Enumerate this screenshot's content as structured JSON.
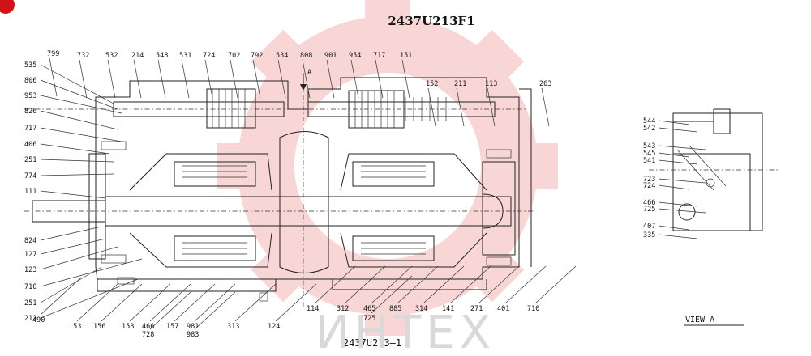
{
  "title": "2437U213F1",
  "caption": "2437U213—1",
  "view_label": "VIEW  A",
  "section_mark": "A",
  "watermark": "ИНТЕХ",
  "colors": {
    "gear_watermark": "#f5b5b5",
    "badge": "#d0121b",
    "line": "#222222"
  },
  "labels_left": [
    "535",
    "806",
    "953",
    "826",
    "717",
    "406",
    "251",
    "774",
    "111",
    "824",
    "127",
    "123",
    "710",
    "251",
    "212"
  ],
  "labels_top": [
    "799",
    "732",
    "532",
    "214",
    "548",
    "531",
    "724",
    "702",
    "792",
    "534",
    "808",
    "901",
    "954",
    "717",
    "151",
    "152",
    "211",
    "113",
    "263"
  ],
  "labels_bottom": [
    "490",
    ".53",
    "156",
    "158",
    "466",
    "728",
    "157",
    "981",
    "983",
    "313",
    "124",
    "114",
    "312",
    "465",
    "725",
    "885",
    "314",
    "141",
    "271",
    "401",
    "710"
  ],
  "labels_view_a": [
    "544",
    "542",
    "543",
    "545",
    "541",
    "723",
    "724",
    "466",
    "725",
    "407",
    "335"
  ]
}
